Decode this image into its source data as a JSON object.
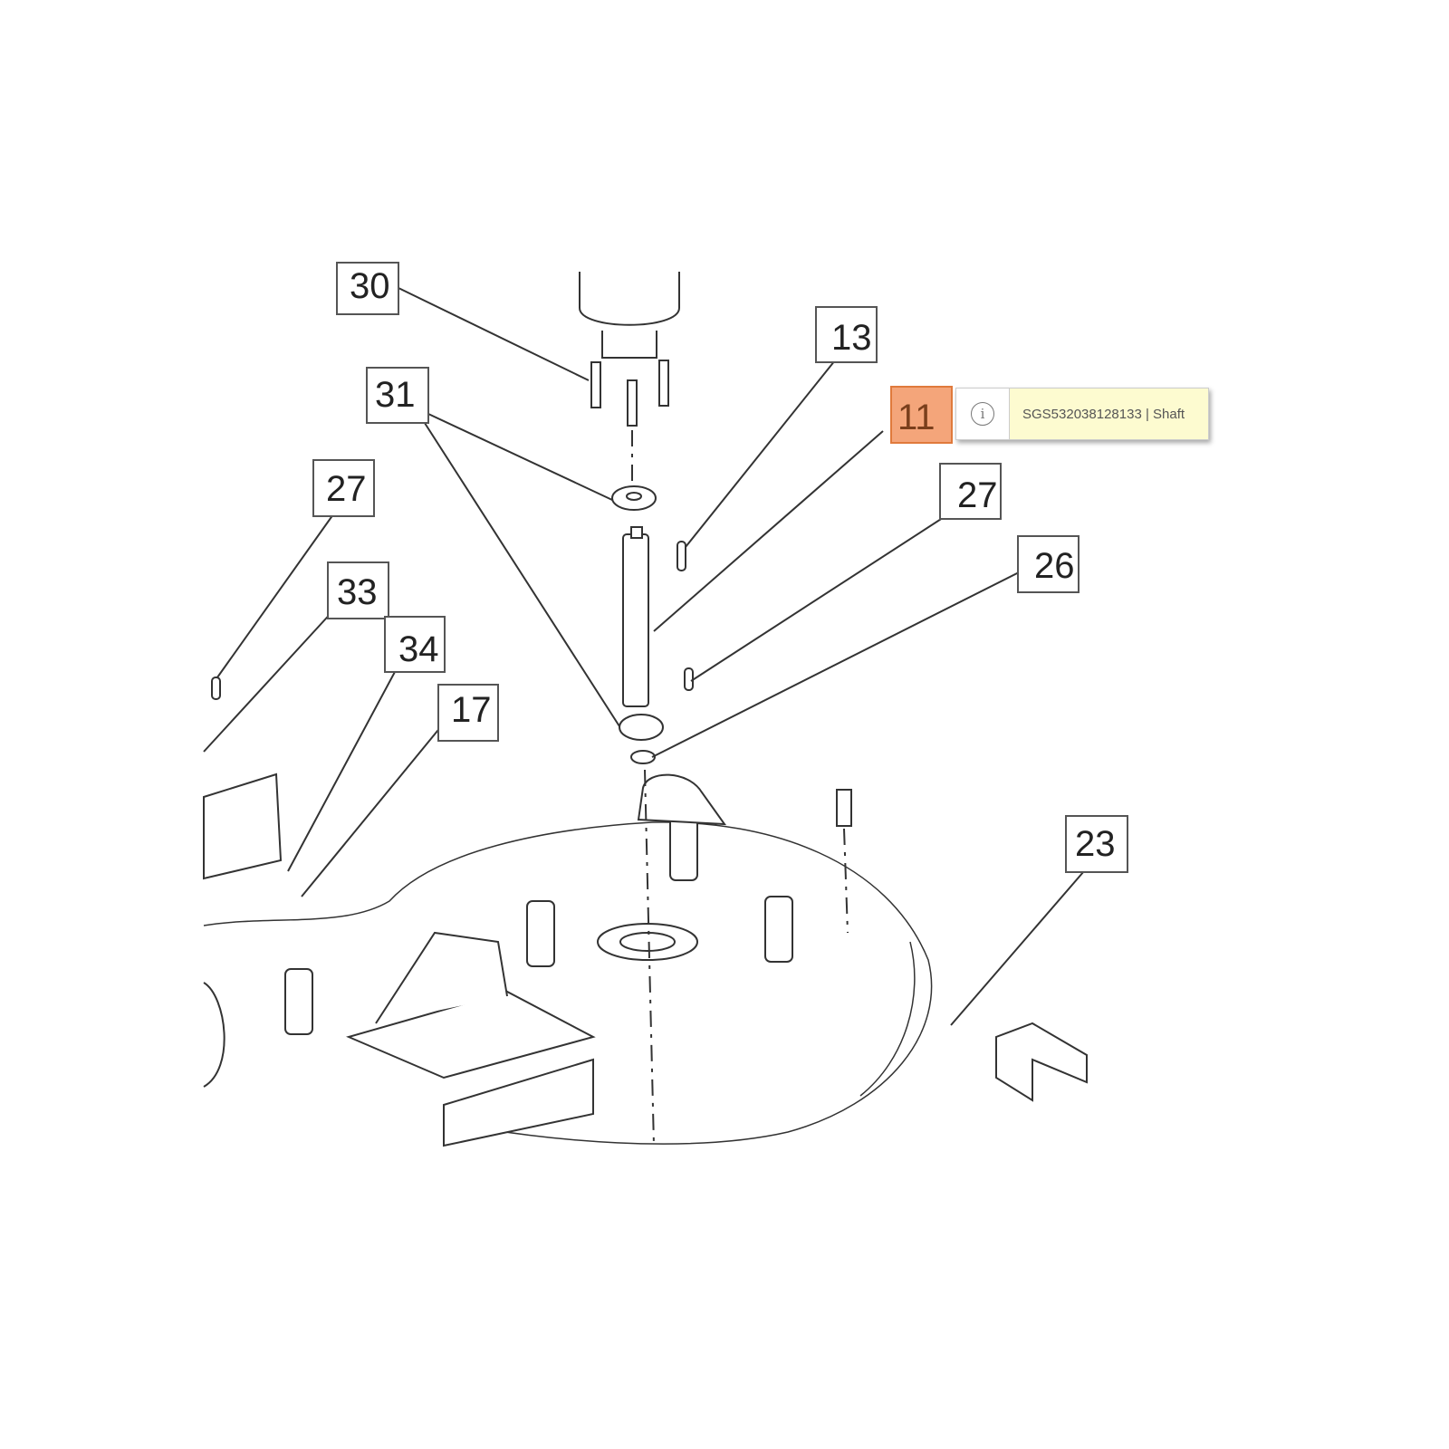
{
  "callouts": [
    {
      "id": "30",
      "label": "30"
    },
    {
      "id": "31",
      "label": "31"
    },
    {
      "id": "13",
      "label": "13"
    },
    {
      "id": "11",
      "label": "11",
      "highlighted": true
    },
    {
      "id": "27a",
      "label": "27"
    },
    {
      "id": "27b",
      "label": "27"
    },
    {
      "id": "26",
      "label": "26"
    },
    {
      "id": "33",
      "label": "33"
    },
    {
      "id": "34",
      "label": "34"
    },
    {
      "id": "17",
      "label": "17"
    },
    {
      "id": "23",
      "label": "23"
    }
  ],
  "tooltip": {
    "icon": "info-icon",
    "icon_glyph": "i",
    "text": "SGS532038128133 | Shaft"
  },
  "colors": {
    "highlight": "#f4a57a",
    "highlight_border": "#e07a3c",
    "tooltip_bg": "#fdfbd0"
  }
}
